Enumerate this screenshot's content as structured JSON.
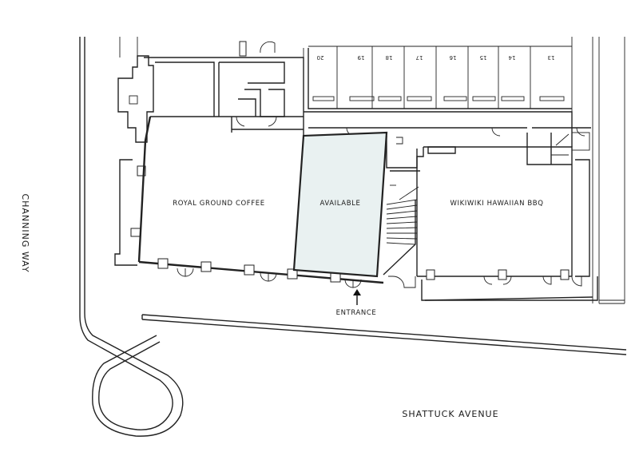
{
  "streets": {
    "channing": "CHANNING WAY",
    "shattuck": "SHATTUCK AVENUE"
  },
  "units": {
    "royal": "ROYAL GROUND COFFEE",
    "available": "AVAILABLE",
    "wikiwiki": "WIKIWIKI HAWAIIAN BBQ"
  },
  "entrance": "ENTRANCE",
  "parking_numbers": [
    "20",
    "19",
    "18",
    "17",
    "16",
    "15",
    "14",
    "13"
  ],
  "colors": {
    "available_fill": "#e9f1f1",
    "line": "#222222"
  }
}
